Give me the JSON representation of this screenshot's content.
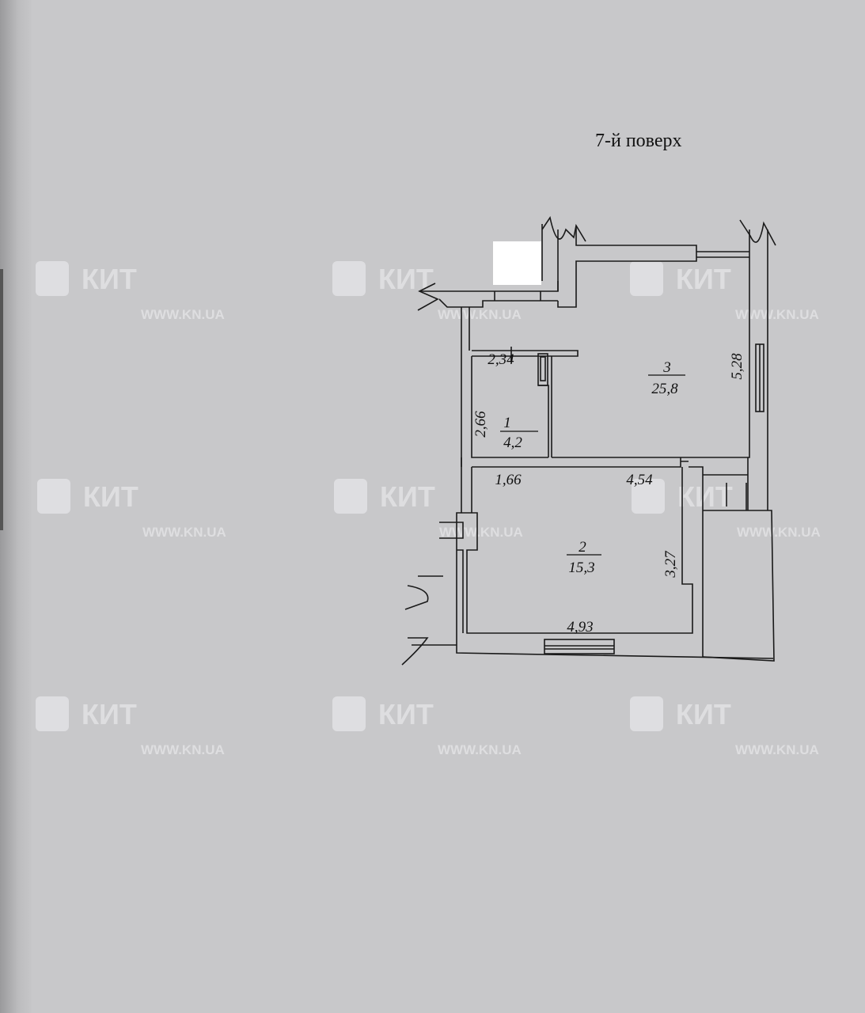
{
  "title": "7-й поверх",
  "watermark": {
    "brand": "КИТ",
    "url": "WWW.KN.UA"
  },
  "rooms": [
    {
      "number": "1",
      "area": "4,2"
    },
    {
      "number": "2",
      "area": "15,3"
    },
    {
      "number": "3",
      "area": "25,8"
    }
  ],
  "dimensions": {
    "d1": "2,34",
    "d2": "2,66",
    "d3": "1,66",
    "d4": "4,54",
    "d5": "5,28",
    "d6": "3,27",
    "d7": "4,93"
  },
  "colors": {
    "paper": "#c8c8ca",
    "wall": "#1a1a1a"
  }
}
